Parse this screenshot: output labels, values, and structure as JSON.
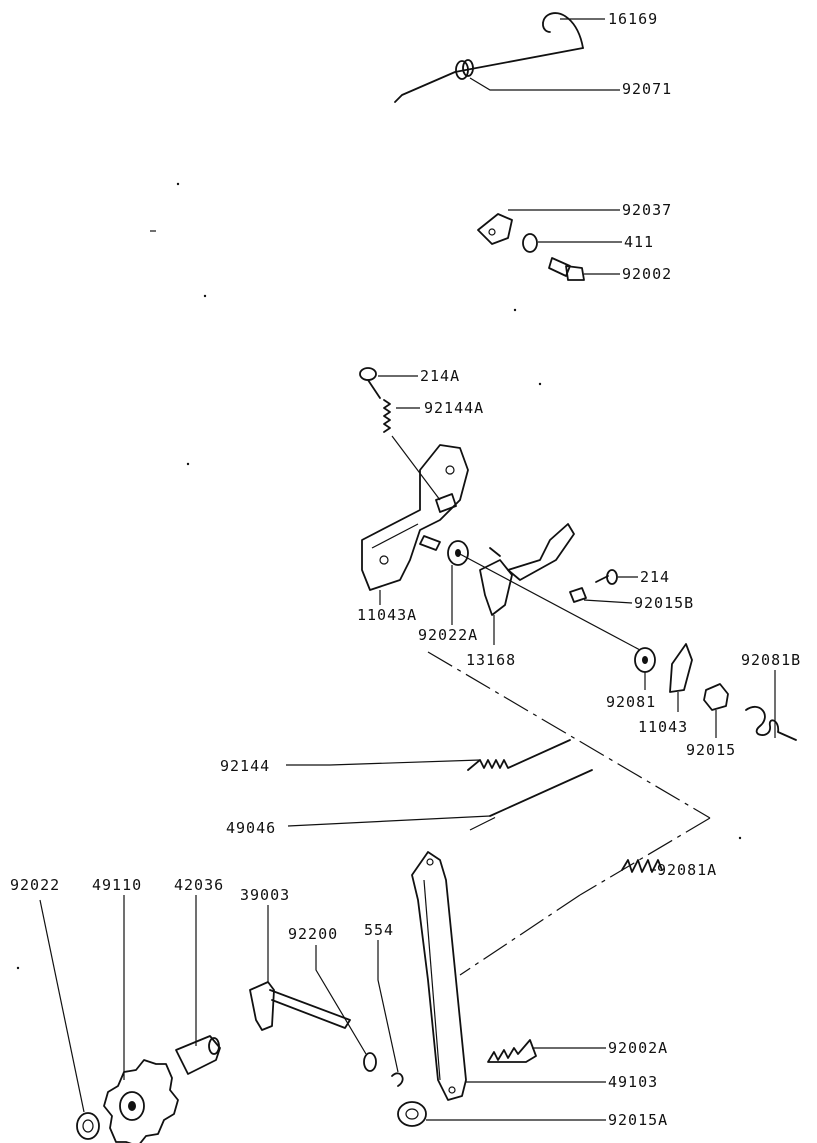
{
  "labels": {
    "p16169": "16169",
    "p92071": "92071",
    "p92037": "92037",
    "p411": "411",
    "p92002": "92002",
    "p214A": "214A",
    "p92144A": "92144A",
    "p214": "214",
    "p92015B": "92015B",
    "p11043A": "11043A",
    "p92022A": "92022A",
    "p13168": "13168",
    "p92081B": "92081B",
    "p92081": "92081",
    "p11043": "11043",
    "p92015": "92015",
    "p92144": "92144",
    "p49046": "49046",
    "p92081A": "92081A",
    "p92022": "92022",
    "p49110": "49110",
    "p42036": "42036",
    "p39003": "39003",
    "p92200": "92200",
    "p554": "554",
    "p92002A": "92002A",
    "p49103": "49103",
    "p92015A": "92015A"
  }
}
